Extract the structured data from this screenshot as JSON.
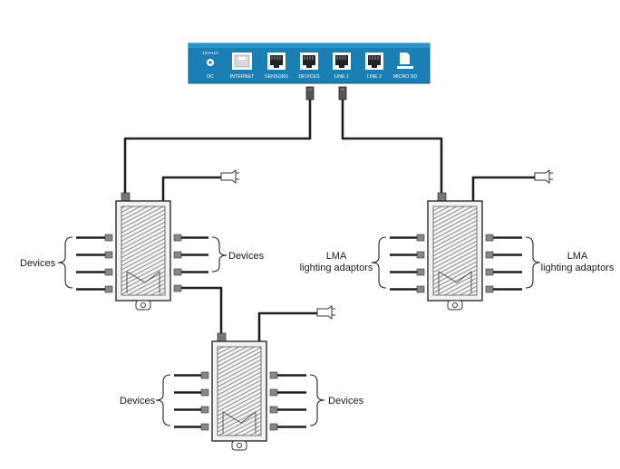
{
  "controller": {
    "ports": [
      {
        "label": "DC",
        "icon": "dc-power-jack-icon",
        "rating": "12V⎓1A"
      },
      {
        "label": "INTERNET",
        "icon": "ethernet-port-icon"
      },
      {
        "label": "SENSORS",
        "icon": "rj-port-icon"
      },
      {
        "label": "DEVICES",
        "icon": "rj-port-icon"
      },
      {
        "label": "LINE 1",
        "icon": "rj-port-icon"
      },
      {
        "label": "LINE 2",
        "icon": "rj-port-icon"
      },
      {
        "label": "MICRO SD",
        "icon": "sd-card-slot-icon"
      }
    ],
    "color": "#1a7fb5"
  },
  "labels": {
    "devices": "Devices",
    "lma_line1": "LMA",
    "lma_line2": "lighting adaptors"
  },
  "icons": {
    "hub": "device-hub-icon",
    "plug": "power-plug-icon",
    "connector": "rj-connector-icon"
  }
}
